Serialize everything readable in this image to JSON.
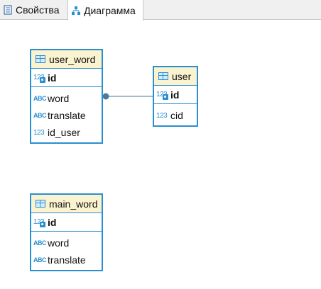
{
  "tabs": [
    {
      "label": "Свойства",
      "icon": "properties-icon",
      "active": false
    },
    {
      "label": "Диаграмма",
      "icon": "diagram-icon",
      "active": true
    }
  ],
  "colors": {
    "border": "#2a8fd1",
    "header": "#fbf3d0",
    "link": "#4a7a99"
  },
  "tables": {
    "user_word": {
      "name": "user_word",
      "pk": {
        "type": "123",
        "name": "id"
      },
      "columns": [
        {
          "type": "ABC",
          "name": "word"
        },
        {
          "type": "ABC",
          "name": "translate"
        },
        {
          "type": "123",
          "name": "id_user"
        }
      ]
    },
    "user": {
      "name": "user",
      "pk": {
        "type": "123",
        "name": "id"
      },
      "columns": [
        {
          "type": "123",
          "name": "cid"
        }
      ]
    },
    "main_word": {
      "name": "main_word",
      "pk": {
        "type": "123",
        "name": "id"
      },
      "columns": [
        {
          "type": "ABC",
          "name": "word"
        },
        {
          "type": "ABC",
          "name": "translate"
        }
      ]
    }
  }
}
